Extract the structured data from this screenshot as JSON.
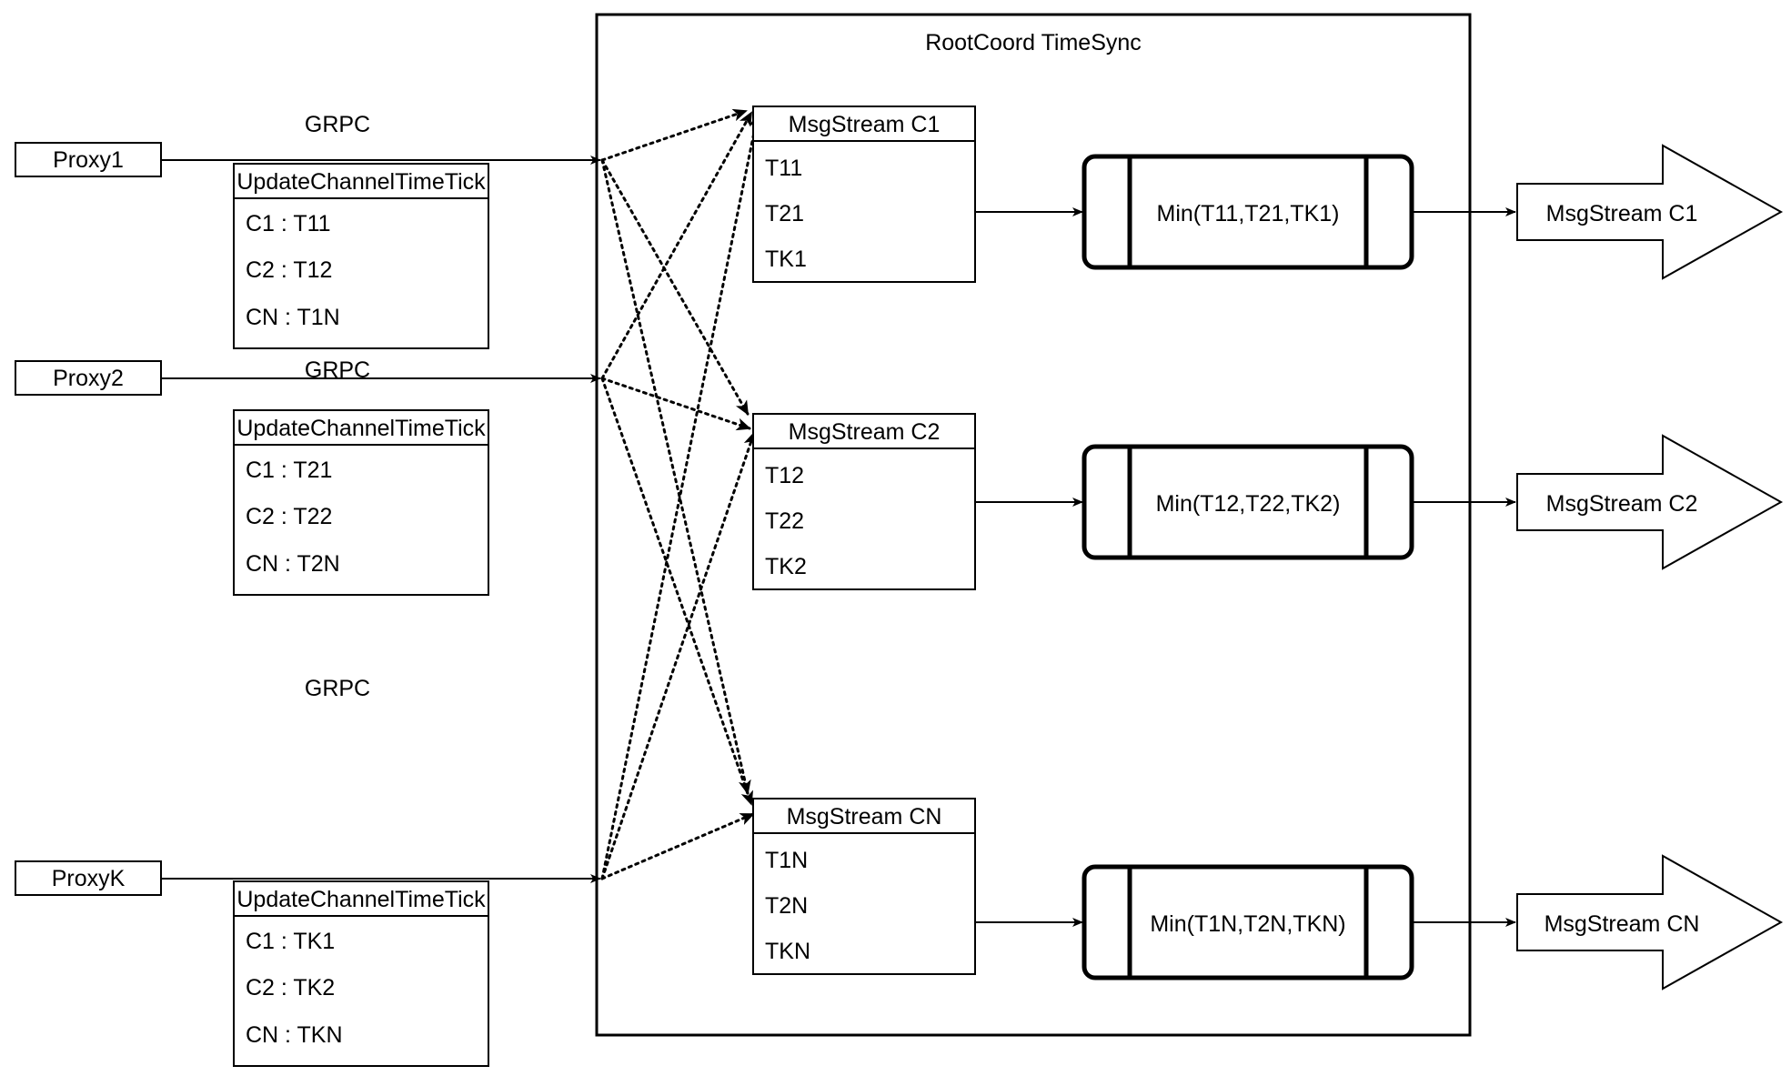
{
  "diagram": {
    "title": "RootCoord TimeSync",
    "container_label": "RootCoord TimeSync",
    "edge_label": "GRPC",
    "proxies": [
      {
        "name": "Proxy1",
        "edge_label": "GRPC",
        "table_header": "UpdateChannelTimeTick",
        "rows": [
          "C1 :  T11",
          "C2 :  T12",
          "CN : T1N"
        ]
      },
      {
        "name": "Proxy2",
        "edge_label": "GRPC",
        "table_header": "UpdateChannelTimeTick",
        "rows": [
          "C1 :  T21",
          "C2 :  T22",
          "CN : T2N"
        ]
      },
      {
        "name": "ProxyK",
        "edge_label": "GRPC",
        "table_header": "UpdateChannelTimeTick",
        "rows": [
          "C1 :  TK1",
          "C2 :  TK2",
          "CN : TKN"
        ]
      }
    ],
    "channels": [
      {
        "stream_header": "MsgStream C1",
        "stream_rows": [
          "T11",
          "T21",
          "TK1"
        ],
        "min_label": "Min(T11,T21,TK1)",
        "output_label": "MsgStream C1"
      },
      {
        "stream_header": "MsgStream C2",
        "stream_rows": [
          "T12",
          "T22",
          "TK2"
        ],
        "min_label": "Min(T12,T22,TK2)",
        "output_label": "MsgStream C2"
      },
      {
        "stream_header": "MsgStream CN",
        "stream_rows": [
          "T1N",
          "T2N",
          "TKN"
        ],
        "min_label": "Min(T1N,T2N,TKN)",
        "output_label": "MsgStream CN"
      }
    ],
    "colors": {
      "stroke": "#000000",
      "fill": "#ffffff",
      "background": "#ffffff"
    }
  }
}
